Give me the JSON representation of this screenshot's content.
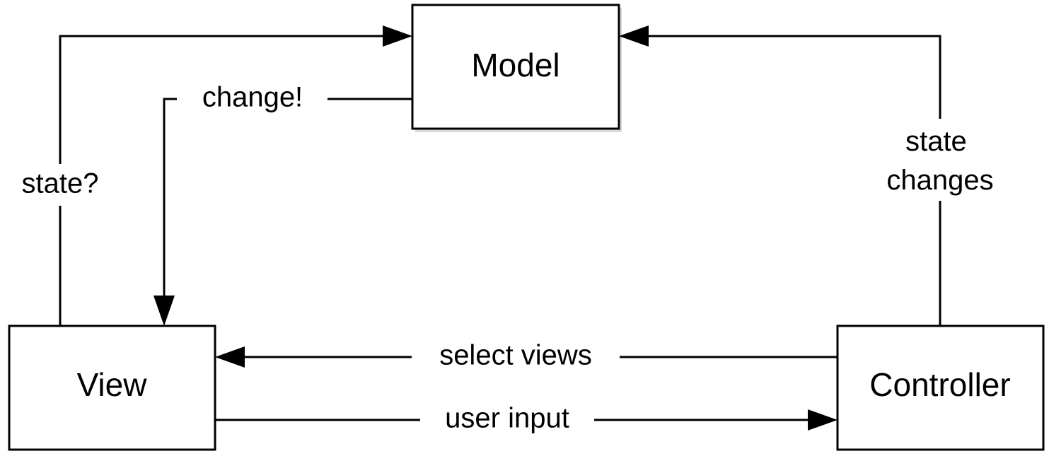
{
  "diagram": {
    "nodes": {
      "model": "Model",
      "view": "View",
      "controller": "Controller"
    },
    "edges": {
      "state_query": "state?",
      "change": "change!",
      "state_changes_line1": "state",
      "state_changes_line2": "changes",
      "select_views": "select views",
      "user_input": "user input"
    },
    "colors": {
      "stroke": "#000000",
      "background": "#ffffff"
    }
  }
}
